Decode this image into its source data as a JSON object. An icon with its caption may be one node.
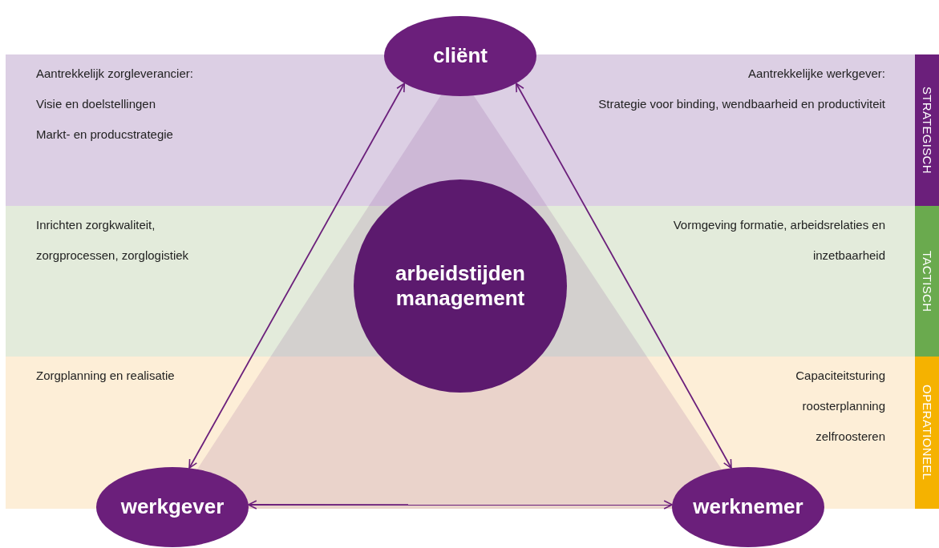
{
  "diagram": {
    "nodes": [
      {
        "text": [
          "cliënt"
        ]
      },
      {
        "text": [
          "STRATEGISCH"
        ]
      },
      {
        "text": [
          "TACTISCH"
        ]
      },
      {
        "text": [
          "OPERATIONEEL"
        ]
      },
      {
        "text": [
          "arbeidstijden management"
        ]
      },
      {
        "text": [
          "werkgever"
        ]
      },
      {
        "text": [
          "werknemer"
        ]
      }
    ],
    "edges": [
      {
        "from": 5,
        "to": 0,
        "arrow": "both"
      },
      {
        "from": 6,
        "to": 0,
        "arrow": "both"
      },
      {
        "from": 5,
        "to": 6,
        "arrow": "both"
      }
    ],
    "labels": [
      "Aantrekkelijk zorgleverancier:",
      "Visie en doelstellingen",
      "Markt- en producstrategie",
      "Aantrekkelijke werkgever:",
      "Strategie voor binding, wendbaarheid en productiviteit",
      "Inrichten zorgkwaliteit, zorgprocessen, zorglogistiek",
      "Vormgeving formatie, arbeidsrelaties en inzetbaarheid",
      "Zorgplanning en realisatie",
      "Capaciteitsturing",
      "roosterplanning",
      "zelfroosteren"
    ]
  }
}
